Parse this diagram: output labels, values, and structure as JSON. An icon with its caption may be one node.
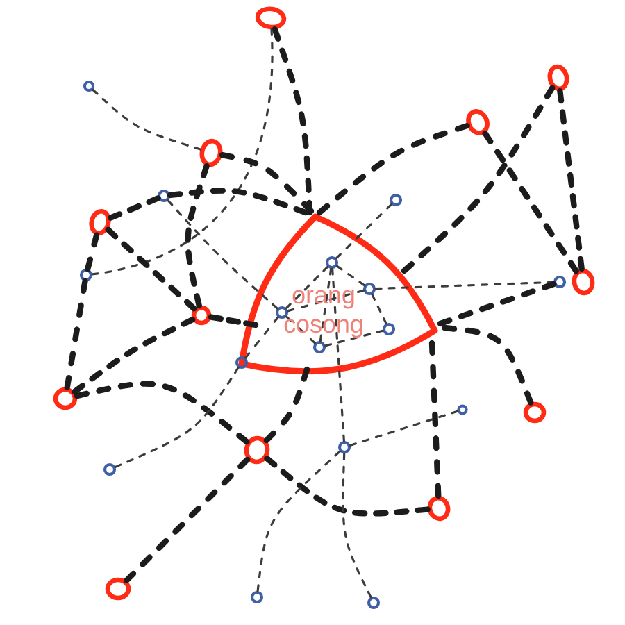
{
  "diagram": {
    "nodes": [
      {
        "text": [],
        "shape": "circle"
      },
      {
        "text": [],
        "shape": "circle"
      },
      {
        "text": [],
        "shape": "circle"
      },
      {
        "text": [],
        "shape": "circle"
      },
      {
        "text": [],
        "shape": "circle"
      },
      {
        "text": [],
        "shape": "circle"
      },
      {
        "text": [],
        "shape": "circle"
      },
      {
        "text": [],
        "shape": "circle"
      },
      {
        "text": [],
        "shape": "triangle"
      },
      {
        "text": [],
        "shape": "circle",
        "in": 8
      },
      {
        "text": [],
        "shape": "circle"
      },
      {
        "text": [],
        "shape": "circle"
      },
      {
        "text": [],
        "shape": "circle"
      },
      {
        "text": [],
        "shape": "circle",
        "in": 8
      },
      {
        "text": [],
        "shape": "circle",
        "in": 8
      },
      {
        "text": [],
        "shape": "circle"
      },
      {
        "text": [],
        "shape": "circle",
        "in": 8
      },
      {
        "text": [],
        "shape": "circle",
        "in": 8
      },
      {
        "text": [],
        "shape": "circle"
      },
      {
        "text": [],
        "shape": "circle"
      },
      {
        "text": [],
        "shape": "circle"
      },
      {
        "text": [],
        "shape": "circle"
      },
      {
        "text": [],
        "shape": "circle"
      },
      {
        "text": [],
        "shape": "circle"
      },
      {
        "text": [],
        "shape": "circle"
      },
      {
        "text": [],
        "shape": "circle"
      },
      {
        "text": [],
        "shape": "circle"
      },
      {
        "text": [],
        "shape": "circle"
      },
      {
        "text": [],
        "shape": "circle"
      }
    ],
    "edges": [
      {
        "from": 0,
        "to": 8,
        "arrow": "none"
      },
      {
        "from": 0,
        "to": 10,
        "arrow": "none",
        "style": "dashed"
      },
      {
        "from": 1,
        "to": 4,
        "arrow": "none",
        "style": "dashed"
      },
      {
        "from": 4,
        "to": 8,
        "arrow": "none"
      },
      {
        "from": 3,
        "to": 8,
        "arrow": "none"
      },
      {
        "from": 3,
        "to": 12,
        "arrow": "none"
      },
      {
        "from": 2,
        "to": 12,
        "arrow": "none"
      },
      {
        "from": 2,
        "to": 8,
        "arrow": "none"
      },
      {
        "from": 7,
        "to": 5,
        "arrow": "none"
      },
      {
        "from": 5,
        "to": 8,
        "arrow": "none"
      },
      {
        "from": 7,
        "to": 15,
        "arrow": "none"
      },
      {
        "from": 7,
        "to": 10,
        "arrow": "none"
      },
      {
        "from": 10,
        "to": 19,
        "arrow": "none"
      },
      {
        "from": 4,
        "to": 15,
        "arrow": "none"
      },
      {
        "from": 5,
        "to": 14,
        "arrow": "none",
        "style": "dashed"
      },
      {
        "from": 15,
        "to": 8,
        "arrow": "none"
      },
      {
        "from": 19,
        "to": 15,
        "arrow": "none"
      },
      {
        "from": 19,
        "to": 23,
        "arrow": "none"
      },
      {
        "from": 23,
        "to": 25,
        "arrow": "none"
      },
      {
        "from": 23,
        "to": 26,
        "arrow": "none"
      },
      {
        "from": 23,
        "to": 8,
        "arrow": "none"
      },
      {
        "from": 18,
        "to": 24,
        "arrow": "none",
        "style": "dashed"
      },
      {
        "from": 18,
        "to": 14,
        "arrow": "none",
        "style": "dashed"
      },
      {
        "from": 6,
        "to": 9,
        "arrow": "none",
        "style": "dashed"
      },
      {
        "from": 11,
        "to": 13,
        "arrow": "none",
        "style": "dashed"
      },
      {
        "from": 11,
        "to": 8,
        "arrow": "none"
      },
      {
        "from": 8,
        "to": 21,
        "arrow": "none"
      },
      {
        "from": 8,
        "to": 25,
        "arrow": "none"
      },
      {
        "from": 22,
        "to": 20,
        "arrow": "none",
        "style": "dashed"
      },
      {
        "from": 22,
        "to": 27,
        "arrow": "none",
        "style": "dashed"
      },
      {
        "from": 22,
        "to": 28,
        "arrow": "none",
        "style": "dashed"
      },
      {
        "from": 9,
        "to": 22,
        "arrow": "none",
        "style": "dashed"
      },
      {
        "from": 9,
        "to": 14,
        "arrow": "none",
        "style": "dashed"
      },
      {
        "from": 9,
        "to": 13,
        "arrow": "none",
        "style": "dashed"
      },
      {
        "from": 9,
        "to": 17,
        "arrow": "none",
        "style": "dashed"
      },
      {
        "from": 14,
        "to": 13,
        "arrow": "none",
        "style": "dashed"
      },
      {
        "from": 14,
        "to": 17,
        "arrow": "none",
        "style": "dashed"
      },
      {
        "from": 13,
        "to": 16,
        "arrow": "none",
        "style": "dashed"
      },
      {
        "from": 17,
        "to": 16,
        "arrow": "none",
        "style": "dashed"
      }
    ],
    "labels": [
      "orang cosong"
    ]
  }
}
